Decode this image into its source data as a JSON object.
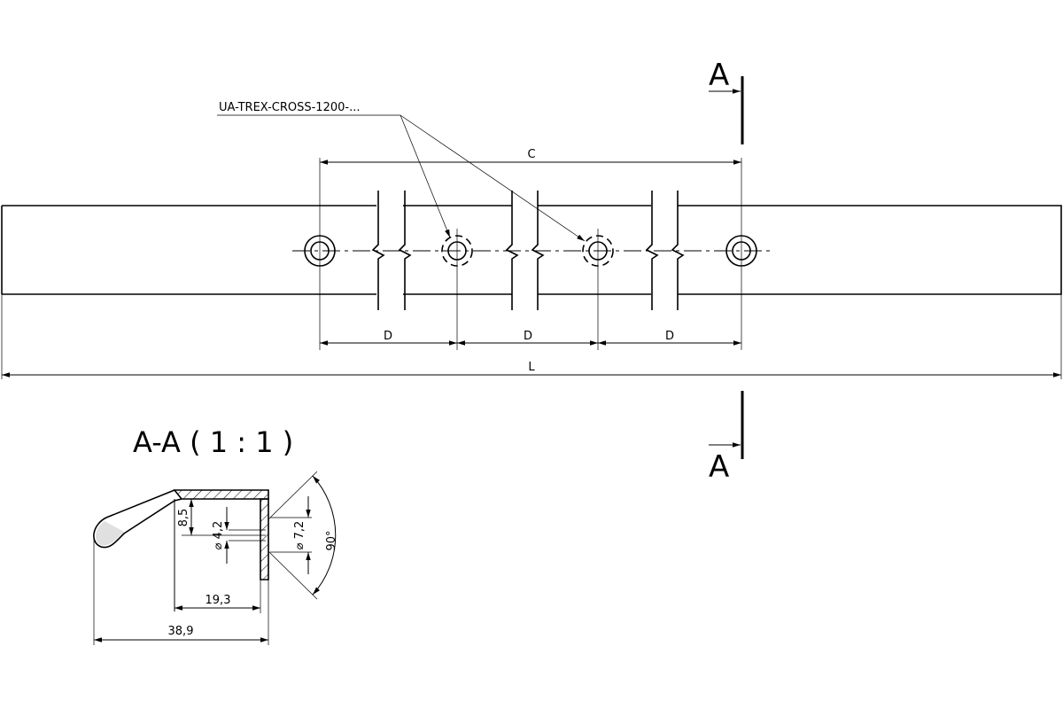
{
  "section_marker": {
    "top": "A",
    "bottom": "A"
  },
  "part_callout": "UA-TREX-CROSS-1200-...",
  "dimensions": {
    "C": "C",
    "D1": "D",
    "D2": "D",
    "D3": "D",
    "L": "L"
  },
  "section_view": {
    "title": "A-A ( 1 : 1 )",
    "dim_height": "8,5",
    "dim_hole_small": "⌀ 4,2",
    "dim_hole_large": "⌀ 7,2",
    "dim_angle": "90°",
    "dim_depth": "19,3",
    "dim_width": "38,9"
  }
}
